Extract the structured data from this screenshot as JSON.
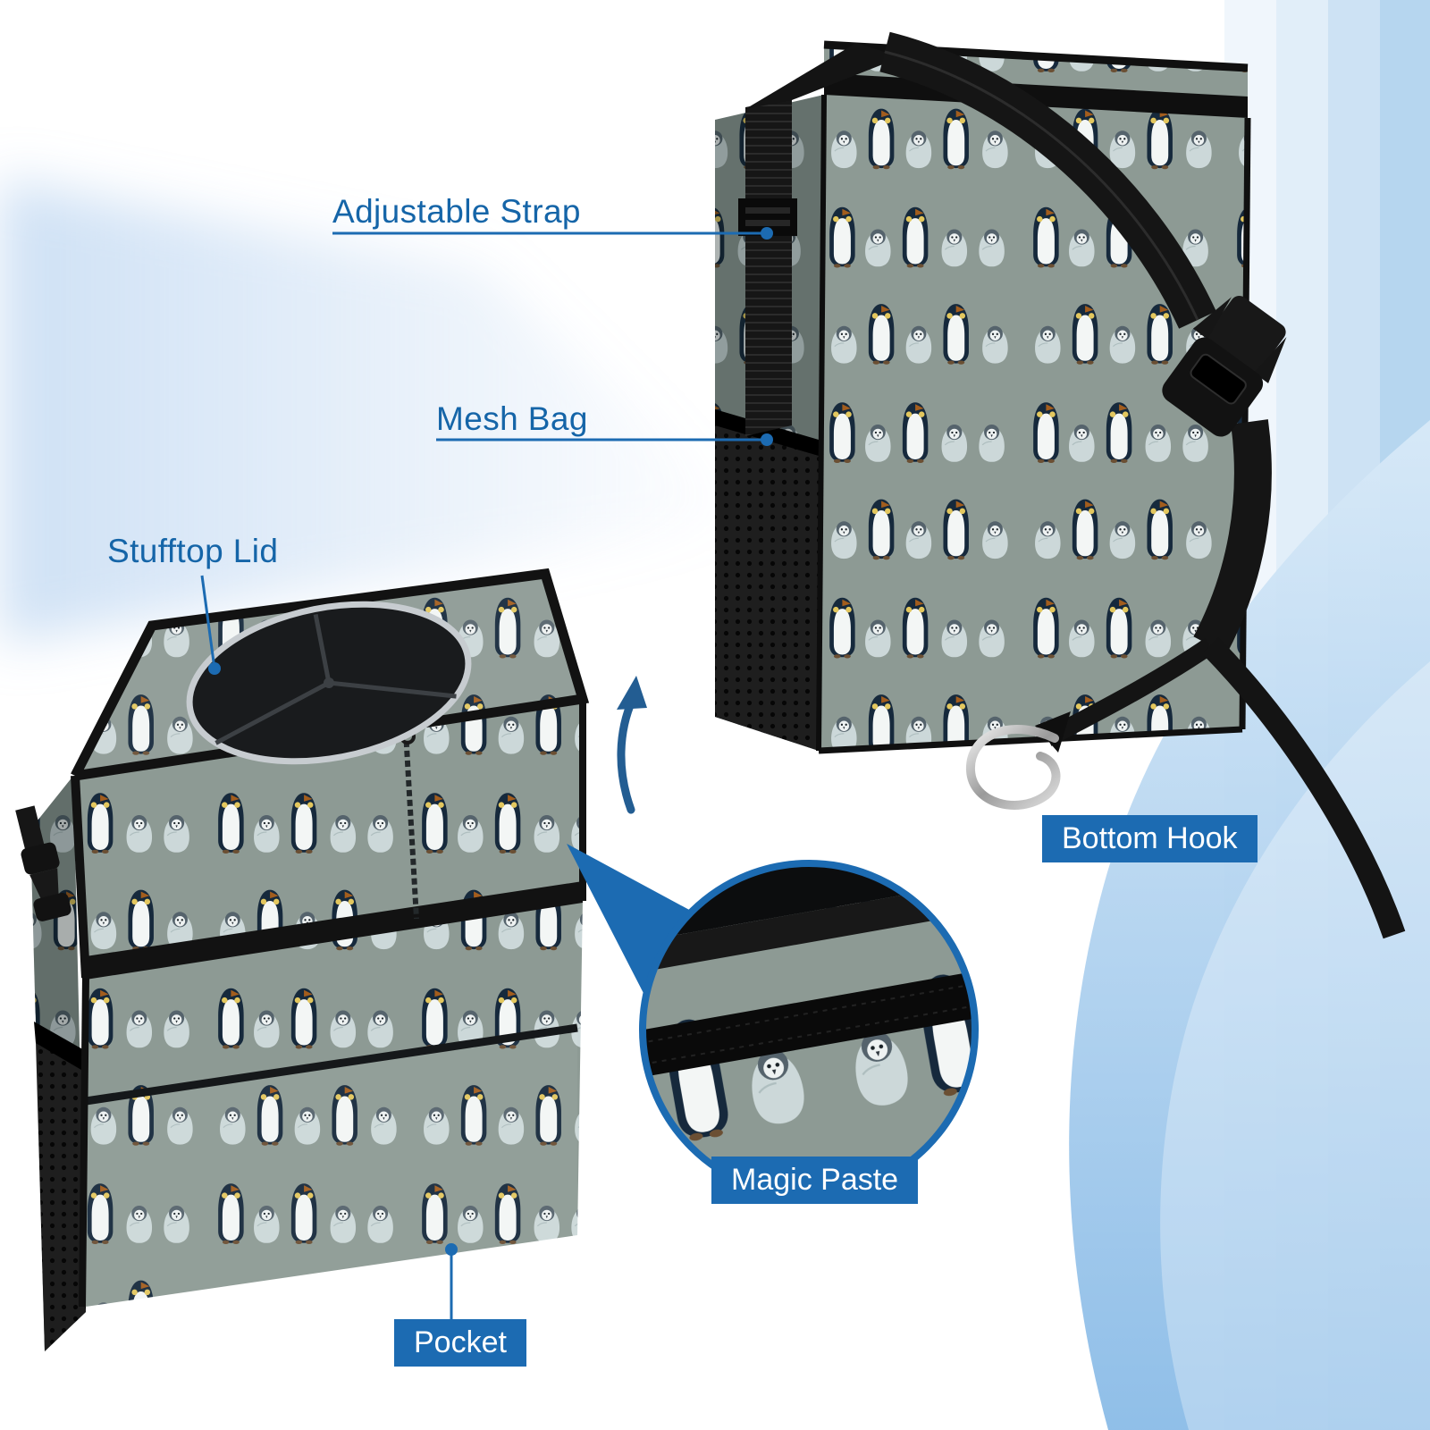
{
  "colors": {
    "accent_blue": "#1c6bb2",
    "label_text_blue": "#1565a8",
    "fabric_base": "#8d9a94",
    "trim_black": "#121212"
  },
  "callouts": {
    "adjustable_strap": "Adjustable Strap",
    "mesh_bag": "Mesh Bag",
    "stufftop_lid": "Stufftop Lid",
    "bottom_hook": "Bottom Hook",
    "magic_paste": "Magic Paste",
    "pocket": "Pocket"
  }
}
